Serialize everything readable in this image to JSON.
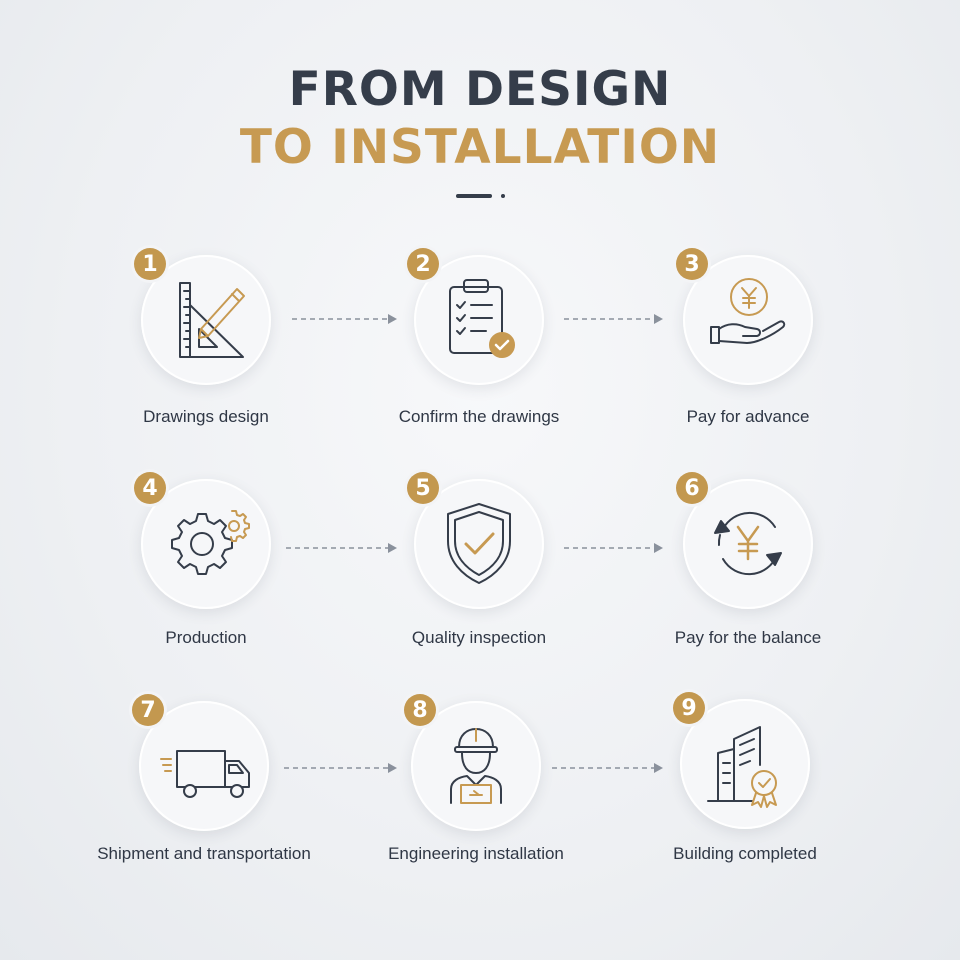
{
  "header": {
    "title_line1": "FROM DESIGN",
    "title_line2": "TO INSTALLATION"
  },
  "colors": {
    "accent": "#c3984f",
    "ink": "#353d4a",
    "background": "#eef0f3"
  },
  "steps": [
    {
      "number": "1",
      "label": "Drawings design",
      "icon": "ruler-triangle-pencil-icon"
    },
    {
      "number": "2",
      "label": "Confirm the drawings",
      "icon": "clipboard-check-icon"
    },
    {
      "number": "3",
      "label": "Pay for advance",
      "icon": "hand-yen-coin-icon"
    },
    {
      "number": "4",
      "label": "Production",
      "icon": "gears-icon"
    },
    {
      "number": "5",
      "label": "Quality inspection",
      "icon": "shield-check-icon"
    },
    {
      "number": "6",
      "label": "Pay for the balance",
      "icon": "yen-cycle-icon"
    },
    {
      "number": "7",
      "label": "Shipment and transportation",
      "icon": "delivery-truck-icon"
    },
    {
      "number": "8",
      "label": "Engineering installation",
      "icon": "construction-worker-icon"
    },
    {
      "number": "9",
      "label": "Building completed",
      "icon": "building-award-icon"
    }
  ]
}
